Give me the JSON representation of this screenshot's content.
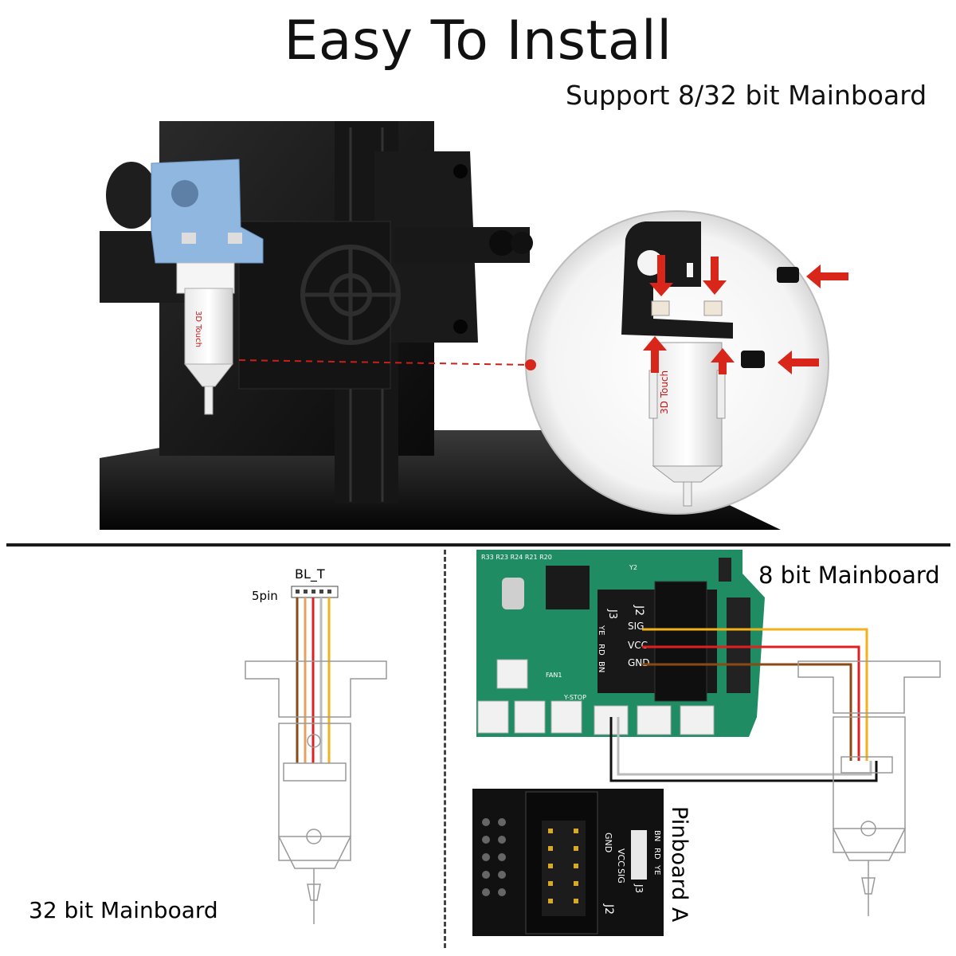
{
  "header": {
    "title": "Easy To Install",
    "subtitle": "Support 8/32 bit Mainboard"
  },
  "sensor": {
    "brand_text": "3D Touch"
  },
  "diagram_32bit": {
    "connector_label": "BL_T",
    "pin_label": "5pin",
    "caption": "32 bit Mainboard"
  },
  "diagram_8bit": {
    "caption": "8 bit Mainboard",
    "j3_label": "J3",
    "j2_label": "J2",
    "wire_labels": [
      "YE",
      "RD",
      "BN"
    ],
    "pin_labels": [
      "SIG",
      "VCC",
      "GND"
    ],
    "board_text": [
      "FAN1",
      "Y-STOP",
      "R33 R23 R24 R21 R20",
      "Y2"
    ]
  },
  "pinboard": {
    "caption": "Pinboard A",
    "j3_label": "J3",
    "j2_label": "J2",
    "wire_labels": [
      "YE",
      "RD",
      "BN"
    ],
    "pin_labels": [
      "SIG",
      "VCC",
      "GND"
    ]
  },
  "colors": {
    "wire_yellow": "#f2b21b",
    "wire_red": "#e02020",
    "wire_brown": "#8a4a16",
    "arrow_red": "#d8261b",
    "pcb_green": "#1f8c64",
    "blue_bracket": "#8fb7e0"
  }
}
